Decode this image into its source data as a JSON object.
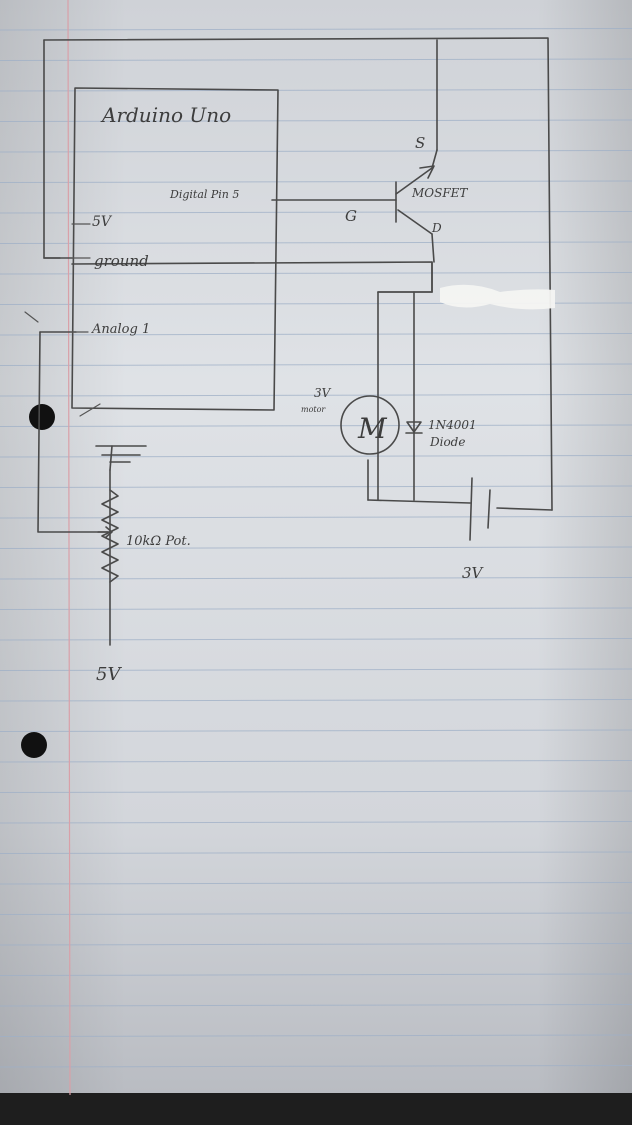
{
  "labels": {
    "board": "Arduino Uno",
    "pin": "Digital Pin 5",
    "v5_board": "5V",
    "ground": "ground",
    "analog": "Analog 1",
    "gate": "G",
    "source": "S",
    "drain": "D",
    "mosfet": "MOSFET",
    "motor_voltage": "3V",
    "motor_word": "motor",
    "motor_symbol": "M",
    "diode_part": "1N4001",
    "diode_word": "Diode",
    "battery": "3V",
    "pot": "10kΩ Pot.",
    "pot_supply": "5V"
  },
  "colors": {
    "paper": "#dcdfe4",
    "paper_shadow": "#8f9298",
    "rule_line": "#9fb0c7",
    "margin_line": "#d9a0a8",
    "ink": "#4a4a4a",
    "hole": "#111111"
  }
}
